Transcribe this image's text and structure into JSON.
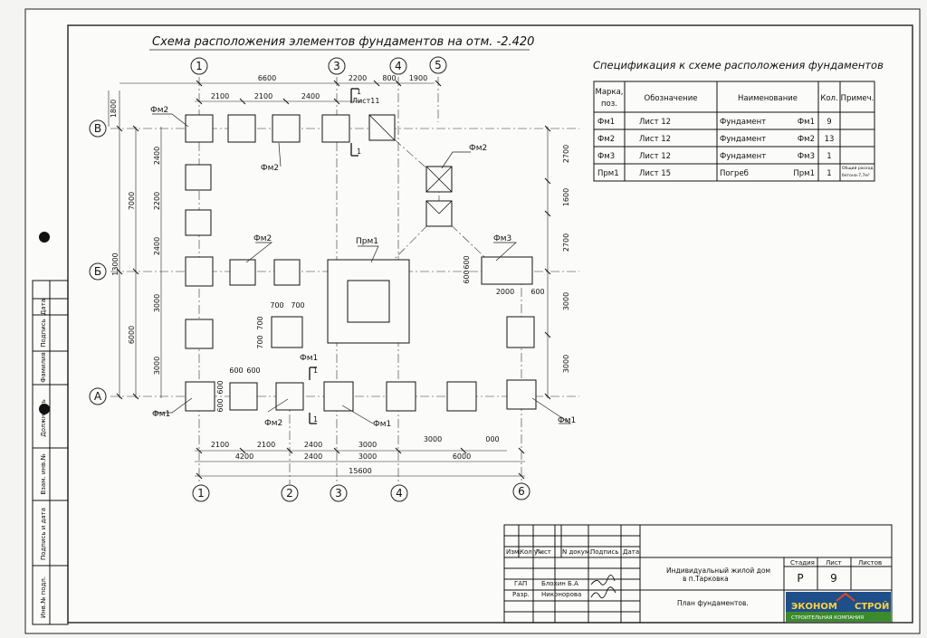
{
  "drawing": {
    "title": "Схема расположения элементов фундаментов на отм. -2.420",
    "axes_top": [
      "1",
      "3",
      "4",
      "5"
    ],
    "axes_bottom": [
      "1",
      "2",
      "3",
      "4",
      "6"
    ],
    "axes_left": [
      "В",
      "Б",
      "А"
    ],
    "dims_top_row1": [
      "6600",
      "2200",
      "800",
      "1900"
    ],
    "dims_top_row2": [
      "2100",
      "2100",
      "2400"
    ],
    "dims_bottom_row1": [
      "2100",
      "2100",
      "2400",
      "3000",
      "3000",
      "000"
    ],
    "dims_bottom_row2": [
      "4200",
      "2400",
      "3000",
      "6000"
    ],
    "dims_bottom_total": "15600",
    "dims_left_outer": "13000",
    "dims_left_mid": [
      "7000",
      "6000"
    ],
    "dims_left_inner": [
      "1800",
      "2400",
      "2200",
      "2400",
      "3000",
      "3000"
    ],
    "dims_right": [
      "2700",
      "1600",
      "2700",
      "3000",
      "3000"
    ],
    "dims_fm3": [
      "600",
      "600",
      "2000",
      "600"
    ],
    "dims_detail_a": [
      "700",
      "700",
      "700",
      "700"
    ],
    "dims_detail_b": [
      "600",
      "600",
      "600",
      "600"
    ],
    "labels": {
      "fm2_top_left": "Фм2",
      "fm2_row_v": "Фм2",
      "fm2_right": "Фм2",
      "fm2_mid": "Фм2",
      "fm3": "Фм3",
      "prm1": "Прм1",
      "fm1_top": "Фм1",
      "fm1_left": "Фм1",
      "fm2_bottom": "Фм2",
      "fm1_bottom": "Фм1",
      "fm1_right": "Фм1",
      "section_mark": "1",
      "sheet_ref": "Лист11"
    }
  },
  "spec": {
    "title": "Спецификация к схеме расположения фундаментов",
    "headers": [
      "Марка, поз.",
      "Обозначение",
      "Наименование",
      "Кол.",
      "Примеч."
    ],
    "rows": [
      {
        "mark": "Фм1",
        "doc": "Лист 12",
        "name": "Фундамент",
        "code": "Фм1",
        "qty": "9",
        "note": ""
      },
      {
        "mark": "Фм2",
        "doc": "Лист 12",
        "name": "Фундамент",
        "code": "Фм2",
        "qty": "13",
        "note": ""
      },
      {
        "mark": "Фм3",
        "doc": "Лист 12",
        "name": "Фундамент",
        "code": "Фм3",
        "qty": "1",
        "note": ""
      },
      {
        "mark": "Прм1",
        "doc": "Лист 15",
        "name": "Погреб",
        "code": "Прм1",
        "qty": "1",
        "note": "Общий расход бетона-7,7м³"
      }
    ]
  },
  "side_stamp": [
    "Инв.№ подл.",
    "Подпись и дата",
    "Взам. инв.№",
    "Должность",
    "Фамилия",
    "Подпись",
    "Дата"
  ],
  "title_block": {
    "headers": [
      "Изм.",
      "Кол.уч.",
      "Лист",
      "N докум.",
      "Подпись",
      "Дата"
    ],
    "role1": "ГАП",
    "name1": "Блохин Б.А",
    "role2": "Разр.",
    "name2": "Никонорова",
    "project": "Индивидуальный жилой дом в п.Тарковка",
    "stage_label": "Стадия",
    "sheet_label": "Лист",
    "sheets_label": "Листов",
    "stage": "Р",
    "sheet": "9",
    "sheets": "",
    "drawing_name": "План фундаментов.",
    "logo_main": "ЭКОНОМ СТРОЙ",
    "logo_sub": "СТРОИТЕЛЬНАЯ КОМПАНИЯ"
  }
}
